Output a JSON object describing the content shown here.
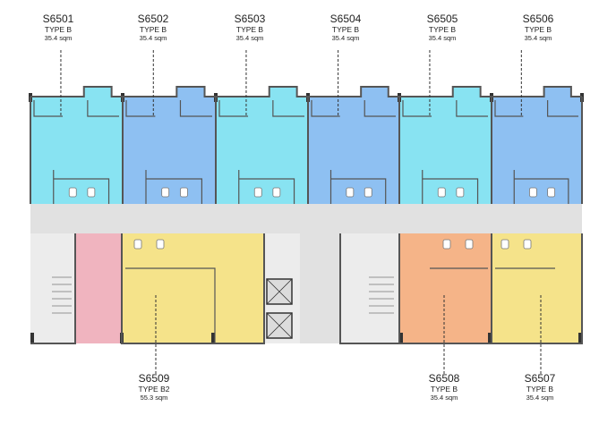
{
  "units_top": [
    {
      "code": "S6501",
      "type": "TYPE B",
      "area": "35.4 sqm",
      "color": "#88e3f2"
    },
    {
      "code": "S6502",
      "type": "TYPE B",
      "area": "35.4 sqm",
      "color": "#8ec0f2"
    },
    {
      "code": "S6503",
      "type": "TYPE B",
      "area": "35.4 sqm",
      "color": "#88e3f2"
    },
    {
      "code": "S6504",
      "type": "TYPE B",
      "area": "35.4 sqm",
      "color": "#8ec0f2"
    },
    {
      "code": "S6505",
      "type": "TYPE B",
      "area": "35.4 sqm",
      "color": "#88e3f2"
    },
    {
      "code": "S6506",
      "type": "TYPE B",
      "area": "35.4 sqm",
      "color": "#8ec0f2"
    }
  ],
  "units_bottom": [
    {
      "code": "S6509",
      "type": "TYPE B2",
      "area": "55.3 sqm",
      "color": "#f5e38a"
    },
    {
      "code": "S6508",
      "type": "TYPE B",
      "area": "35.4 sqm",
      "color": "#f5b488"
    },
    {
      "code": "S6507",
      "type": "TYPE B",
      "area": "35.4 sqm",
      "color": "#f5e38a"
    }
  ],
  "colors": {
    "corridor": "#e1e1e1",
    "service": "#f0b4bf",
    "stair": "#ececec",
    "wall": "#555555",
    "outline": "#7a7a7a"
  }
}
